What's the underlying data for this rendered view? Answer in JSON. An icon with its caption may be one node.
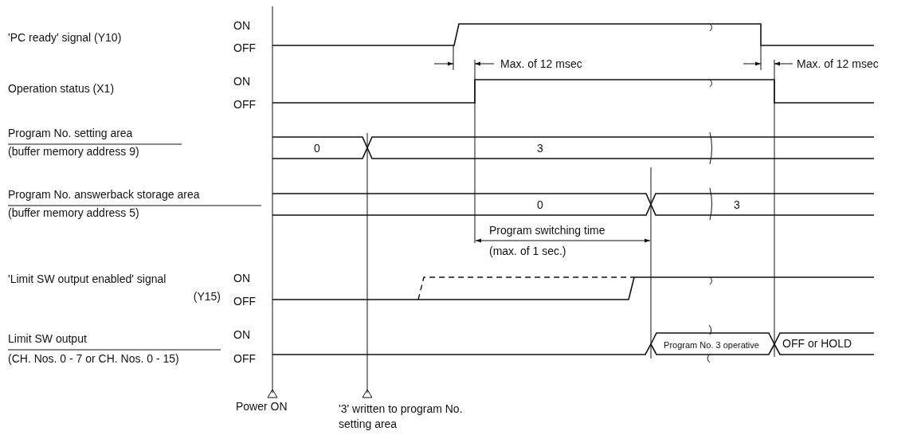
{
  "diagram": {
    "labels": [
      "'PC ready' signal (Y10)",
      "ON",
      "OFF",
      "Max. of 12 msec",
      "Max. of 12 msec",
      "Operation status (X1)",
      "ON",
      "OFF",
      "Program No. setting area",
      "(buffer memory address 9)",
      "0",
      "3",
      "Program No. answerback storage area",
      "(buffer memory address 5)",
      "0",
      "3",
      "Program switching time",
      "(max. of 1 sec.)",
      "'Limit SW output enabled' signal",
      "(Y15)",
      "ON",
      "OFF",
      "Limit SW output",
      "(CH. Nos. 0 - 7 or CH. Nos. 0 - 15)",
      "ON",
      "OFF",
      "Program No. 3 operative",
      "OFF or HOLD",
      "Power ON",
      "'3' written to program No. setting area"
    ]
  }
}
